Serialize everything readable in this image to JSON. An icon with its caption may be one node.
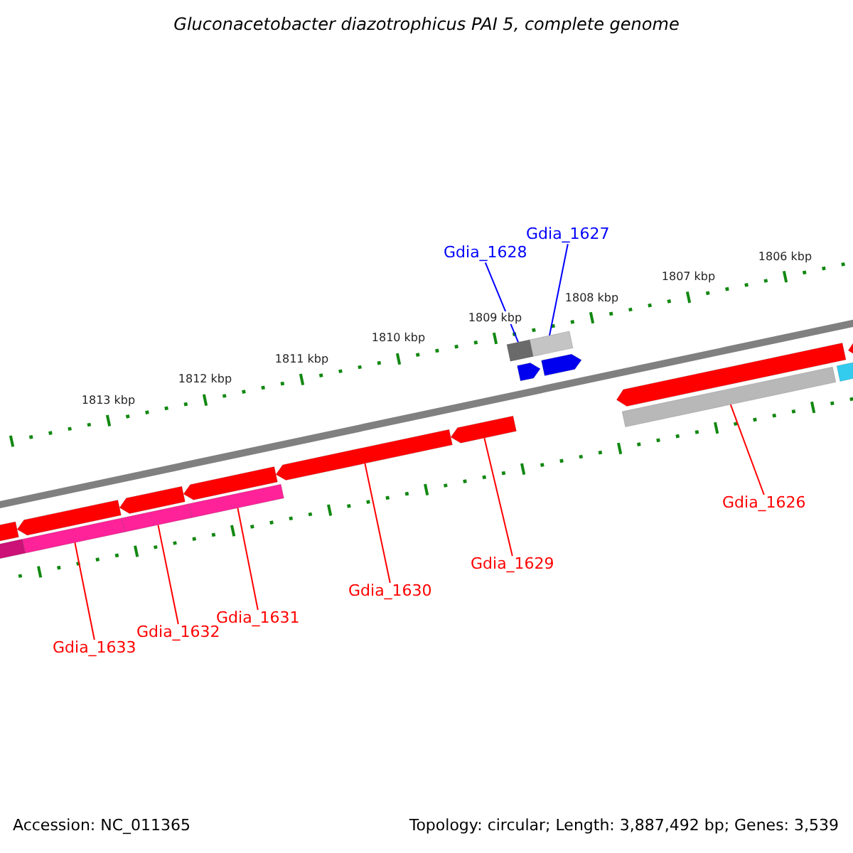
{
  "diagram": {
    "title": "Gluconacetobacter diazotrophicus PAI 5, complete genome",
    "nodes": [
      {
        "text": [
          "Gdia_1627"
        ]
      },
      {
        "text": [
          "Gdia_1628"
        ]
      },
      {
        "text": [
          "Gdia_1626"
        ]
      },
      {
        "text": [
          "Gdia_1629"
        ]
      },
      {
        "text": [
          "Gdia_1630"
        ]
      },
      {
        "text": [
          "Gdia_1631"
        ]
      },
      {
        "text": [
          "Gdia_1632"
        ]
      },
      {
        "text": [
          "Gdia_1633"
        ]
      },
      {
        "text": [],
        "shape": "bar"
      },
      {
        "text": [],
        "shape": "bar"
      },
      {
        "text": [],
        "shape": "bar"
      },
      {
        "text": [],
        "shape": "arrow"
      },
      {
        "text": [],
        "shape": "arrow"
      },
      {
        "text": [],
        "shape": "bar"
      },
      {
        "text": [],
        "shape": "bar"
      },
      {
        "text": [],
        "shape": "bar"
      },
      {
        "text": [],
        "shape": "arrow"
      },
      {
        "text": [],
        "shape": "bar"
      },
      {
        "text": [],
        "shape": "arrow"
      },
      {
        "text": [],
        "shape": "arrow"
      },
      {
        "text": [],
        "shape": "arrow"
      },
      {
        "text": [],
        "shape": "arrow"
      },
      {
        "text": [],
        "shape": "arrow"
      },
      {
        "text": [],
        "shape": "arrow"
      },
      {
        "text": [],
        "shape": "arrow"
      },
      {
        "text": [],
        "shape": "bar"
      }
    ],
    "edges": [
      {
        "from": 0,
        "to": 8,
        "arrow": "none",
        "color": "#0000ff"
      },
      {
        "from": 1,
        "to": 9,
        "arrow": "none",
        "color": "#0000ff"
      },
      {
        "from": 2,
        "to": 10,
        "arrow": "none"
      },
      {
        "from": 3,
        "to": 11,
        "arrow": "none"
      },
      {
        "from": 4,
        "to": 12,
        "arrow": "none"
      },
      {
        "from": 5,
        "to": 13,
        "arrow": "none"
      },
      {
        "from": 6,
        "to": 14,
        "arrow": "none"
      },
      {
        "from": 7,
        "to": 15,
        "arrow": "none"
      }
    ],
    "labels": [
      "1806 kbp",
      "1807 kbp",
      "1808 kbp",
      "1809 kbp",
      "1810 kbp",
      "1811 kbp",
      "1812 kbp",
      "1813 kbp",
      "Accession: NC_011365",
      "Topology: circular; Length: 3,887,492 bp; Genes: 3,539"
    ]
  }
}
